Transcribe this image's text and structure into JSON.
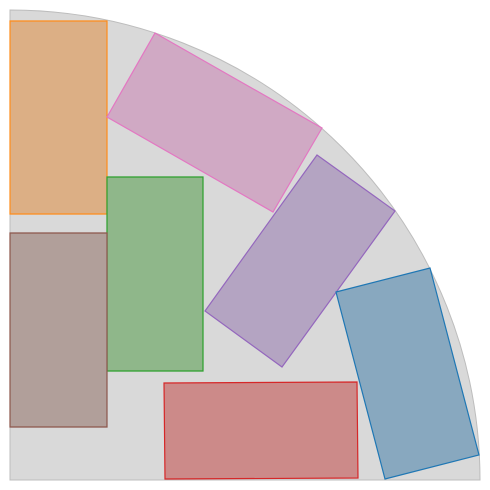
{
  "figure": {
    "background_color": "#ffffff",
    "quarter_disc": {
      "fill": "#d9d9d9",
      "stroke": "#bdbdbd"
    },
    "rectangles": [
      {
        "id": "orange",
        "fill": "#dcaf85",
        "stroke": "#ff8c1a"
      },
      {
        "id": "pink",
        "fill": "#d0a9c4",
        "stroke": "#e377c2"
      },
      {
        "id": "green",
        "fill": "#8fb78a",
        "stroke": "#2ca02c"
      },
      {
        "id": "brown",
        "fill": "#b19f9a",
        "stroke": "#8c564b"
      },
      {
        "id": "purple",
        "fill": "#b4a4c2",
        "stroke": "#9467bd"
      },
      {
        "id": "blue",
        "fill": "#88a8bf",
        "stroke": "#1f77b4"
      },
      {
        "id": "red",
        "fill": "#cc8a89",
        "stroke": "#d62728"
      }
    ]
  }
}
